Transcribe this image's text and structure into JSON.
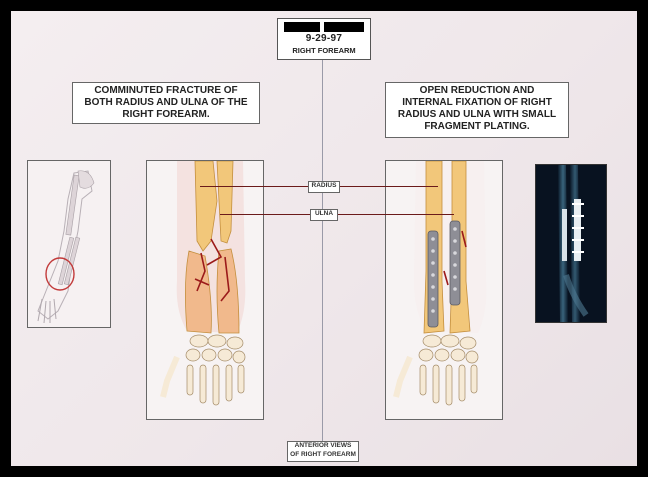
{
  "header": {
    "date": "9-29-97",
    "subtitle": "RIGHT FOREARM"
  },
  "captions": {
    "left": [
      "COMMINUTED FRACTURE OF",
      "BOTH RADIUS AND ULNA OF THE",
      "RIGHT FOREARM."
    ],
    "right": [
      "OPEN REDUCTION AND",
      "INTERNAL FIXATION OF RIGHT",
      "RADIUS AND ULNA WITH SMALL",
      "FRAGMENT PLATING."
    ]
  },
  "labels": {
    "radius": "RADIUS",
    "ulna": "ULNA"
  },
  "footer": [
    "ANTERIOR VIEWS",
    "OF RIGHT FOREARM"
  ],
  "colors": {
    "bone": "#f2c77a",
    "fracture_red": "#9b1a1a",
    "plate_gray": "#8e8e96",
    "background": "#f2ecee"
  },
  "icons": {
    "arm_outline": "full-arm-sketch-icon",
    "fracture_illustration": "fractured-forearm-illustration",
    "fixation_illustration": "plated-forearm-illustration",
    "xray": "postoperative-xray-image"
  }
}
